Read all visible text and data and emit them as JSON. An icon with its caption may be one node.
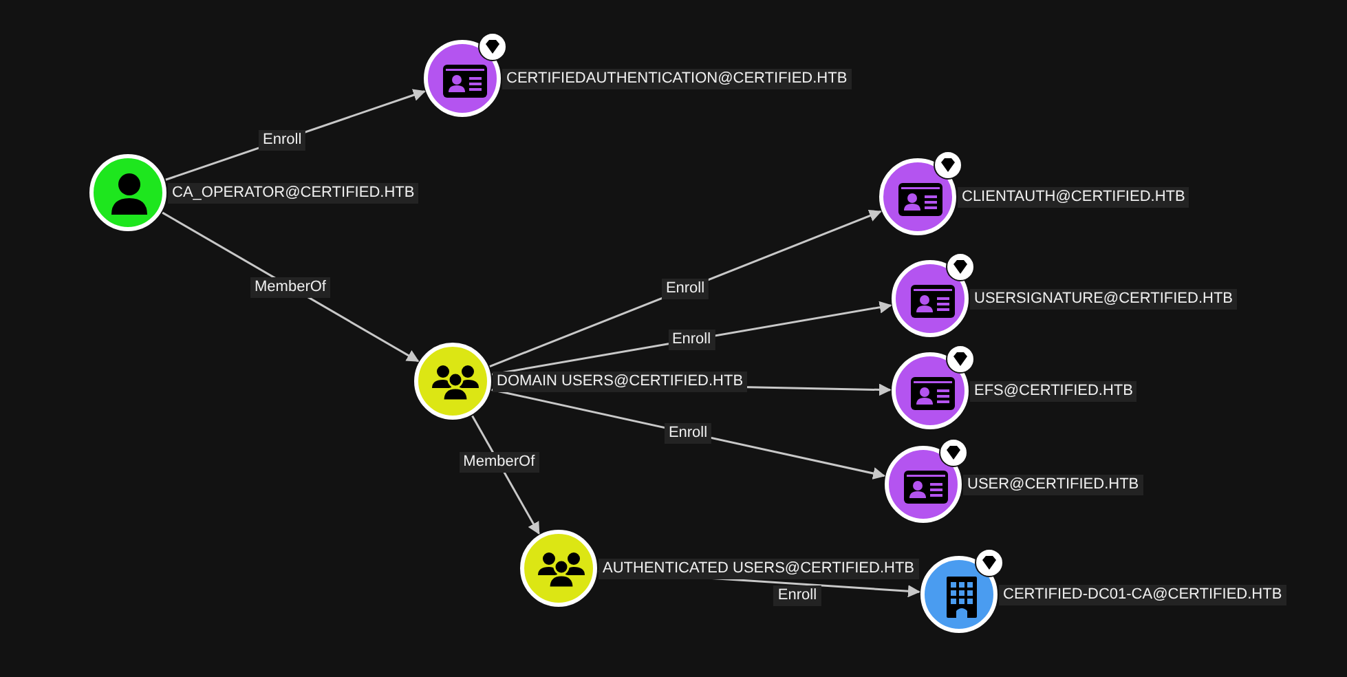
{
  "diagram": {
    "nodes": [
      {
        "text": [
          "CERTIFIEDAUTHENTICATION@CERTIFIED.HTB"
        ]
      },
      {
        "text": [
          "CA_OPERATOR@CERTIFIED.HTB"
        ]
      },
      {
        "text": [
          "CLIENTAUTH@CERTIFIED.HTB"
        ]
      },
      {
        "text": [
          "USERSIGNATURE@CERTIFIED.HTB"
        ]
      },
      {
        "text": [
          "DOMAIN USERS@CERTIFIED.HTB"
        ]
      },
      {
        "text": [
          "EFS@CERTIFIED.HTB"
        ]
      },
      {
        "text": [
          "USER@CERTIFIED.HTB"
        ]
      },
      {
        "text": [
          "AUTHENTICATED USERS@CERTIFIED.HTB"
        ]
      },
      {
        "text": [
          "CERTIFIED-DC01-CA@CERTIFIED.HTB"
        ]
      }
    ],
    "edges": [
      {
        "from": 1,
        "to": 0,
        "arrow": "to",
        "label": "Enroll"
      },
      {
        "from": 1,
        "to": 4,
        "arrow": "to",
        "label": "MemberOf"
      },
      {
        "from": 4,
        "to": 2,
        "arrow": "to",
        "label": "Enroll"
      },
      {
        "from": 4,
        "to": 3,
        "arrow": "to",
        "label": "Enroll"
      },
      {
        "from": 4,
        "to": 5,
        "arrow": "to"
      },
      {
        "from": 4,
        "to": 6,
        "arrow": "to",
        "label": "Enroll"
      },
      {
        "from": 4,
        "to": 7,
        "arrow": "to",
        "label": "MemberOf"
      },
      {
        "from": 7,
        "to": 8,
        "arrow": "to",
        "label": "Enroll"
      }
    ]
  }
}
